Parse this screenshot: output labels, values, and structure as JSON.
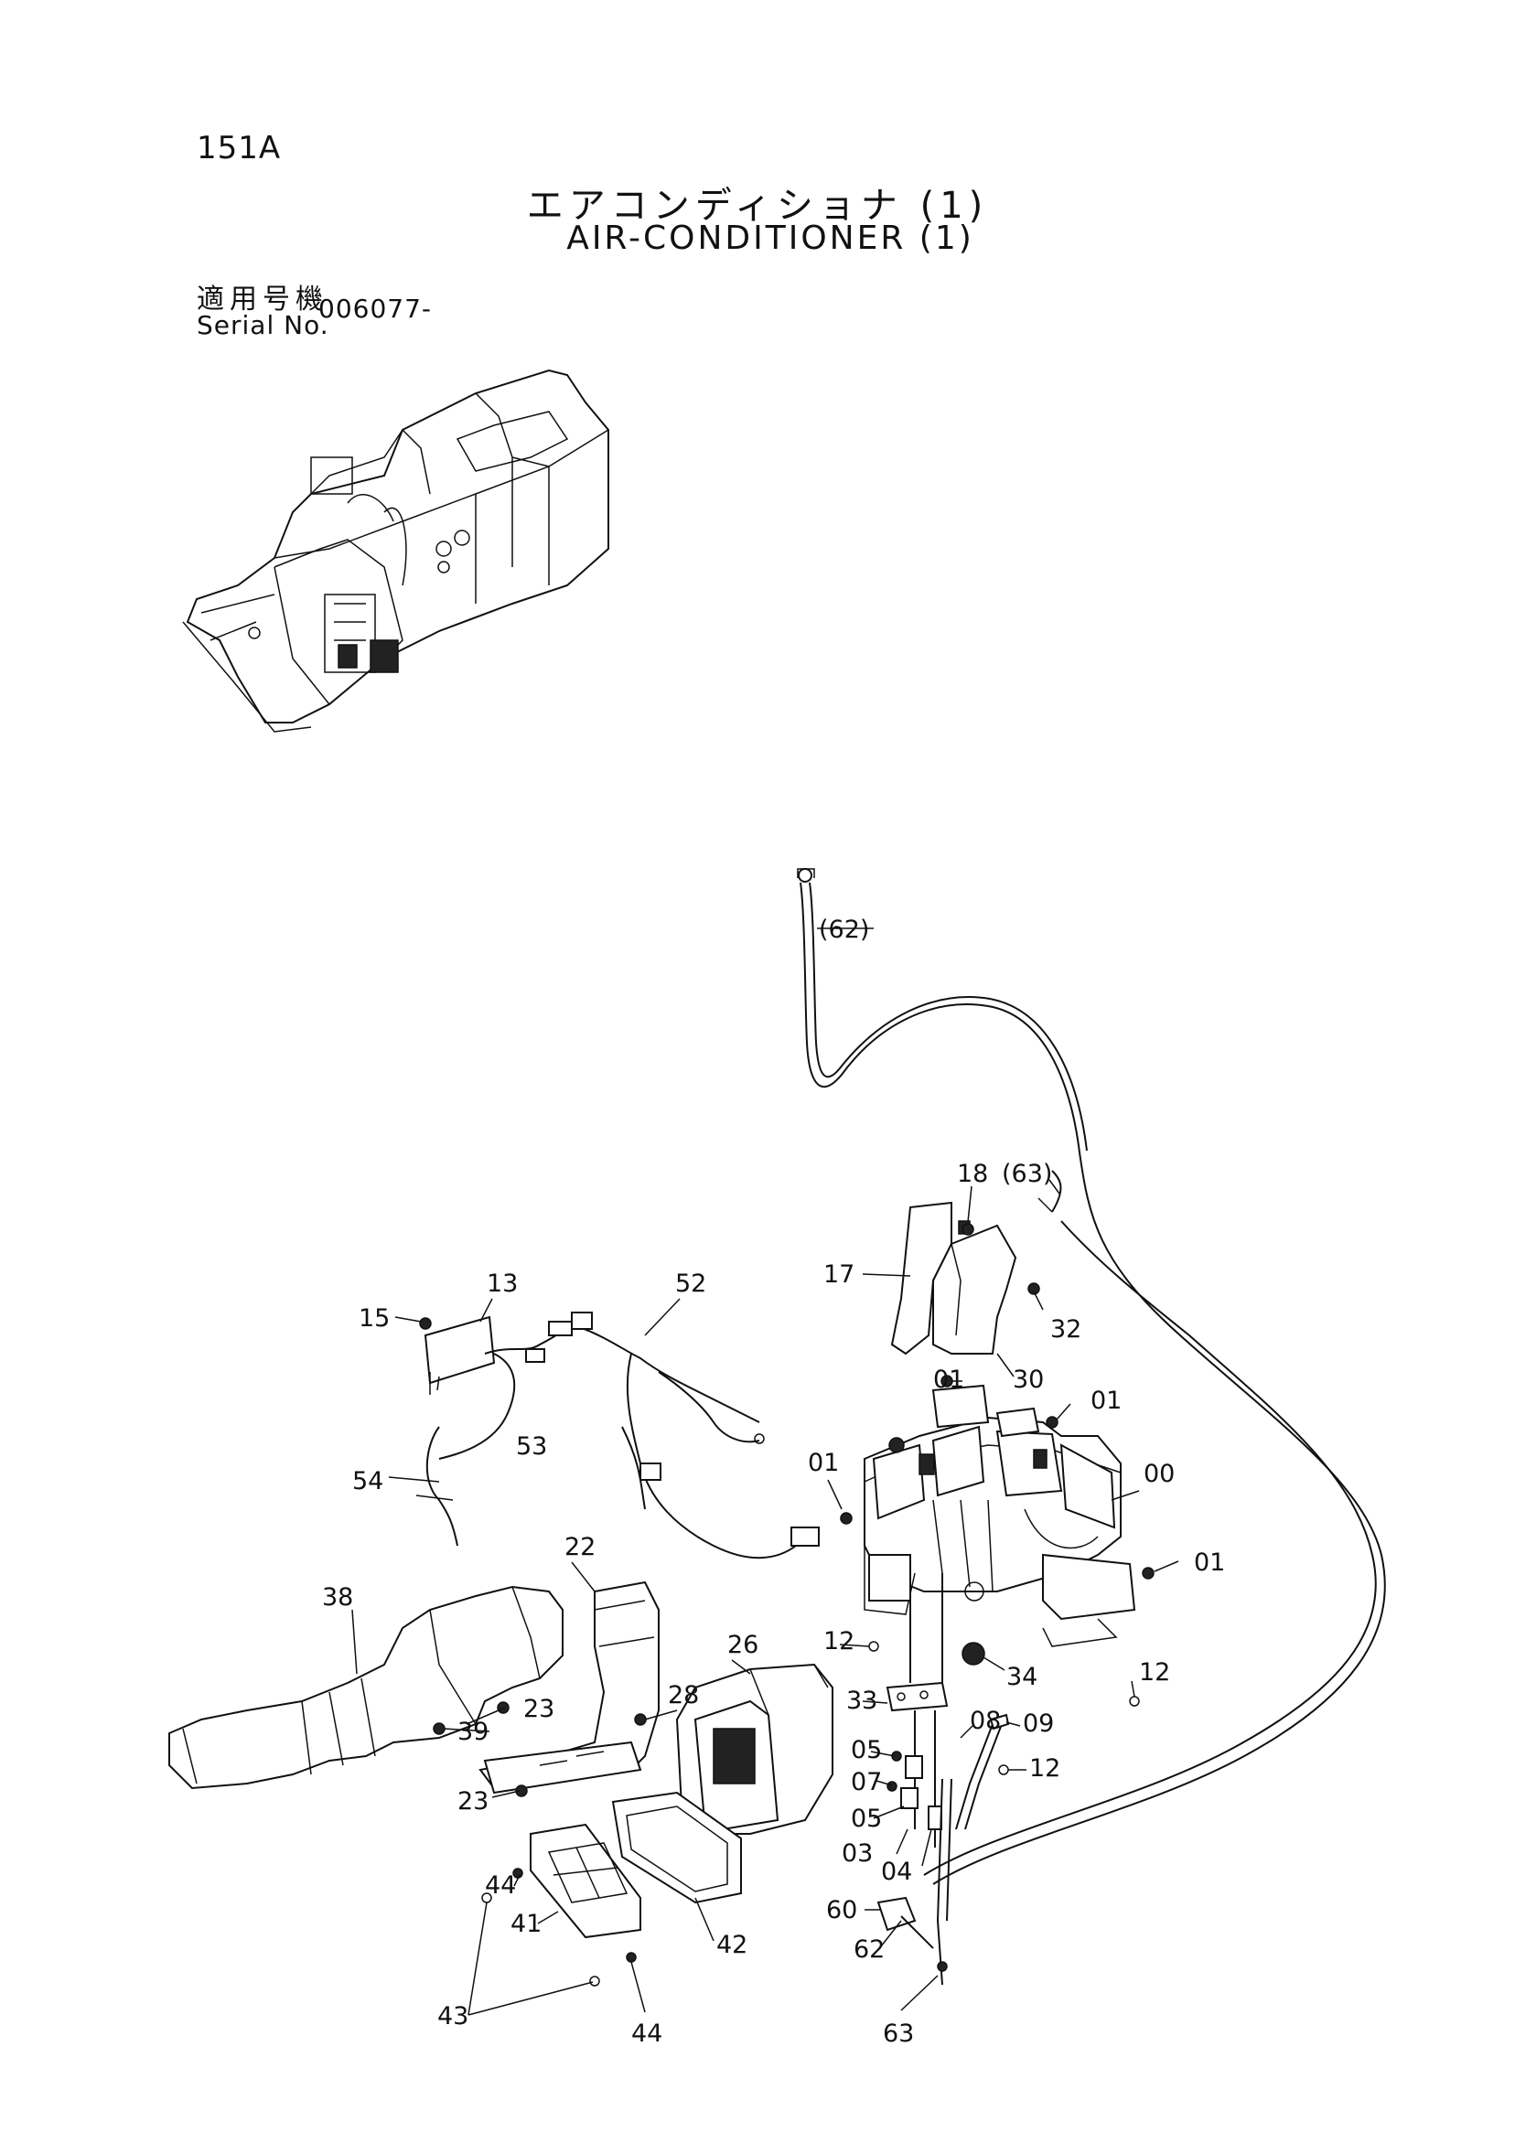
{
  "header": {
    "page_number": "151A",
    "title_jp": "エアコンディショナ (1)",
    "title_en": "AIR-CONDITIONER (1)",
    "serial_label_jp": "適用号機",
    "serial_label_en": "Serial No.",
    "serial_value": "006077-"
  },
  "callouts": {
    "p00": "00",
    "p01a": "01",
    "p01b": "01",
    "p01c": "01",
    "p01d": "01",
    "p03": "03",
    "p04": "04",
    "p05a": "05",
    "p05b": "05",
    "p07": "07",
    "p08": "08",
    "p09": "09",
    "p12a": "12",
    "p12b": "12",
    "p12c": "12",
    "p13": "13",
    "p15": "15",
    "p17": "17",
    "p18": "18",
    "p22": "22",
    "p23a": "23",
    "p23b": "23",
    "p26": "26",
    "p28": "28",
    "p30": "30",
    "p32": "32",
    "p33": "33",
    "p34": "34",
    "p38": "38",
    "p39": "39",
    "p41": "41",
    "p42": "42",
    "p43": "43",
    "p44a": "44",
    "p44b": "44",
    "p52": "52",
    "p53": "53",
    "p54": "54",
    "p60": "60",
    "p62": "62",
    "p62ref": "(62)",
    "p63": "63",
    "p63ref": "(63)"
  }
}
